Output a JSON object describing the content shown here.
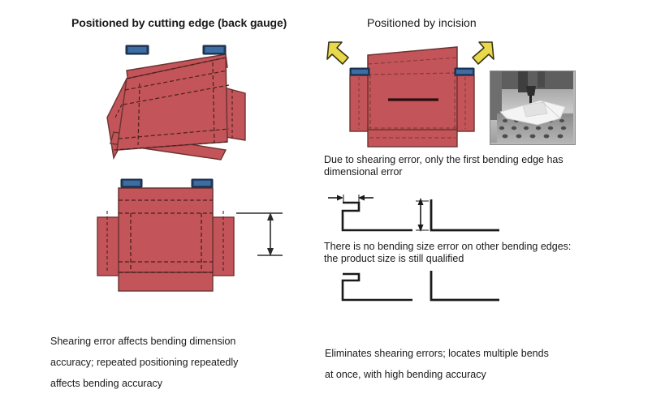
{
  "palette": {
    "sheet_fill": "#c3555a",
    "sheet_stroke": "#6b3330",
    "fold_line": "#4a1f1c",
    "gauge_block_outer": "#1f3a5f",
    "gauge_block_inner": "#3e6da3",
    "arrow_fill": "#e8d94a",
    "arrow_stroke": "#3a3318",
    "incision_line": "#2b0f0d",
    "profile_line": "#1a1a1a",
    "dimension_line": "#2b2b2b",
    "background": "#ffffff",
    "photo_border": "#8a8a8a"
  },
  "panels": {
    "left": {
      "title": "Positioned by cutting edge (back gauge)",
      "caption": "Shearing error affects bending dimension\naccuracy; repeated positioning repeatedly\naffects bending accuracy",
      "figures": [
        {
          "name": "skewed-blank",
          "description": "sheet-metal blank rotated/skewed relative to back gauge",
          "gauge_blocks": 2,
          "fold_lines": "dashed"
        },
        {
          "name": "aligned-blank",
          "description": "sheet-metal blank squared to back gauge with height dimension callout",
          "gauge_blocks": 2,
          "fold_lines": "dashed",
          "dimension_callout": "vertical double-headed arrow"
        }
      ]
    },
    "right": {
      "title": "Positioned by incision",
      "caption": "Eliminates shearing errors; locates multiple bends\nat once, with high bending accuracy",
      "notes": [
        "Due to shearing error, only the first bending edge has\ndimensional error",
        "There is no bending size error on other bending edges:\nthe product size is still qualified"
      ],
      "figures": [
        {
          "name": "incision-blank",
          "description": "sheet-metal blank located by incision with two yellow arrows indicating gauge contact points",
          "gauge_blocks": 2,
          "arrows": 2,
          "incision_mark": "horizontal slot in centre of blank"
        },
        {
          "name": "profile-pair-dimensioned",
          "description": "two L-shaped bend cross sections with dimension arrows",
          "left_profile": "short return flange with horizontal dimension arrows",
          "right_profile": "tall vertical flange with vertical dimension arrows"
        },
        {
          "name": "profile-pair-plain",
          "description": "two L-shaped bend cross sections shown without dimension arrows",
          "left_profile": "short return flange",
          "right_profile": "tall vertical flange"
        }
      ],
      "photo": {
        "name": "laser-cutting-photo",
        "description": "grayscale photo of a cutting head scoring a white sheet on a perforated machine bed"
      }
    }
  }
}
